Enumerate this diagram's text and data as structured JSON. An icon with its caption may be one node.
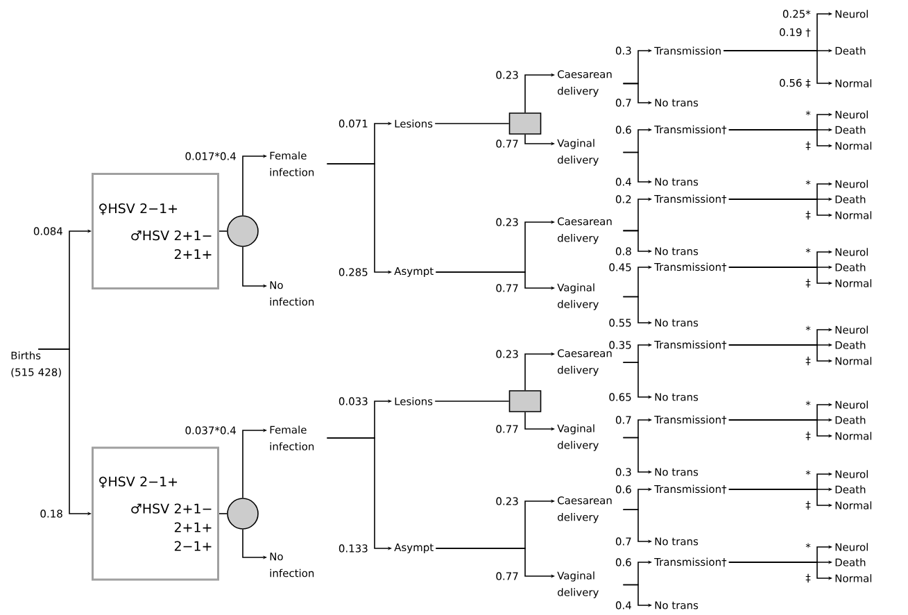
{
  "diagram": {
    "nodes": [
      {
        "text": [
          "Births (515 428)"
        ]
      },
      {
        "text": [
          "♀HSV 2−1+",
          "♂HSV 2+1−",
          "2+1+"
        ]
      },
      {
        "text": [],
        "shape": "circle"
      },
      {
        "text": [
          "Female infection"
        ]
      },
      {
        "text": [
          "No infection"
        ]
      },
      {
        "text": [
          "Lesions"
        ]
      },
      {
        "text": [
          "Asympt"
        ]
      },
      {
        "text": [],
        "shape": "box"
      },
      {
        "text": [
          "Caesarean delivery"
        ]
      },
      {
        "text": [
          "Transmission"
        ]
      },
      {
        "text": [
          "Neurol"
        ]
      },
      {
        "text": [
          "Death"
        ]
      },
      {
        "text": [
          "Normal"
        ]
      },
      {
        "text": [
          "No trans"
        ]
      },
      {
        "text": [
          "Vaginal delivery"
        ]
      },
      {
        "text": [
          "Transmission†"
        ]
      },
      {
        "text": [
          "Neurol"
        ]
      },
      {
        "text": [
          "Death"
        ]
      },
      {
        "text": [
          "Normal"
        ]
      },
      {
        "text": [
          "No trans"
        ]
      },
      {
        "text": [
          "Caesarean delivery"
        ]
      },
      {
        "text": [
          "Transmission†"
        ]
      },
      {
        "text": [
          "Neurol"
        ]
      },
      {
        "text": [
          "Death"
        ]
      },
      {
        "text": [
          "Normal"
        ]
      },
      {
        "text": [
          "No trans"
        ]
      },
      {
        "text": [
          "Vaginal delivery"
        ]
      },
      {
        "text": [
          "Transmission†"
        ]
      },
      {
        "text": [
          "Neurol"
        ]
      },
      {
        "text": [
          "Death"
        ]
      },
      {
        "text": [
          "Normal"
        ]
      },
      {
        "text": [
          "No trans"
        ]
      },
      {
        "text": [
          "♀HSV 2−1+",
          "♂HSV 2+1−",
          "2+1+",
          "2−1+"
        ]
      },
      {
        "text": [],
        "shape": "circle"
      },
      {
        "text": [
          "Female infection"
        ]
      },
      {
        "text": [
          "No infection"
        ]
      },
      {
        "text": [
          "Lesions"
        ]
      },
      {
        "text": [
          "Asympt"
        ]
      },
      {
        "text": [],
        "shape": "box"
      },
      {
        "text": [
          "Caesarean delivery"
        ]
      },
      {
        "text": [
          "Transmission†"
        ]
      },
      {
        "text": [
          "Neurol"
        ]
      },
      {
        "text": [
          "Death"
        ]
      },
      {
        "text": [
          "Normal"
        ]
      },
      {
        "text": [
          "No trans"
        ]
      },
      {
        "text": [
          "Vaginal delivery"
        ]
      },
      {
        "text": [
          "Transmission†"
        ]
      },
      {
        "text": [
          "Neurol"
        ]
      },
      {
        "text": [
          "Death"
        ]
      },
      {
        "text": [
          "Normal"
        ]
      },
      {
        "text": [
          "No trans"
        ]
      },
      {
        "text": [
          "Caesarean delivery"
        ]
      },
      {
        "text": [
          "Transmission†"
        ]
      },
      {
        "text": [
          "Neurol"
        ]
      },
      {
        "text": [
          "Death"
        ]
      },
      {
        "text": [
          "Normal"
        ]
      },
      {
        "text": [
          "No trans"
        ]
      },
      {
        "text": [
          "Vaginal delivery"
        ]
      },
      {
        "text": [
          "Transmission†"
        ]
      },
      {
        "text": [
          "Neurol"
        ]
      },
      {
        "text": [
          "Death"
        ]
      },
      {
        "text": [
          "Normal"
        ]
      },
      {
        "text": [
          "No trans"
        ]
      }
    ],
    "edges": [
      {
        "from": 0,
        "to": 1,
        "arrow": "to",
        "label": "0.084"
      },
      {
        "from": 1,
        "to": 2,
        "arrow": "none"
      },
      {
        "from": 2,
        "to": 3,
        "arrow": "to",
        "label": "0.017*0.4"
      },
      {
        "from": 2,
        "to": 4,
        "arrow": "to"
      },
      {
        "from": 3,
        "to": 5,
        "arrow": "to",
        "label": "0.071"
      },
      {
        "from": 3,
        "to": 6,
        "arrow": "to",
        "label": "0.285"
      },
      {
        "from": 5,
        "to": 7,
        "arrow": "none"
      },
      {
        "from": 7,
        "to": 8,
        "arrow": "to",
        "label": "0.23"
      },
      {
        "from": 7,
        "to": 14,
        "arrow": "to",
        "label": "0.77"
      },
      {
        "from": 6,
        "to": 20,
        "arrow": "to",
        "label": "0.23"
      },
      {
        "from": 6,
        "to": 26,
        "arrow": "to",
        "label": "0.77"
      },
      {
        "from": 8,
        "to": 9,
        "arrow": "to",
        "label": "0.3"
      },
      {
        "from": 8,
        "to": 13,
        "arrow": "to",
        "label": "0.7"
      },
      {
        "from": 9,
        "to": 10,
        "arrow": "to",
        "label": "0.25*"
      },
      {
        "from": 9,
        "to": 11,
        "arrow": "to",
        "label": "0.19 †"
      },
      {
        "from": 9,
        "to": 12,
        "arrow": "to",
        "label": "0.56 ‡"
      },
      {
        "from": 14,
        "to": 15,
        "arrow": "to",
        "label": "0.6"
      },
      {
        "from": 14,
        "to": 19,
        "arrow": "to",
        "label": "0.4"
      },
      {
        "from": 15,
        "to": 16,
        "arrow": "to",
        "label": "*"
      },
      {
        "from": 15,
        "to": 17,
        "arrow": "to"
      },
      {
        "from": 15,
        "to": 18,
        "arrow": "to",
        "label": "‡"
      },
      {
        "from": 20,
        "to": 21,
        "arrow": "to",
        "label": "0.2"
      },
      {
        "from": 20,
        "to": 25,
        "arrow": "to",
        "label": "0.8"
      },
      {
        "from": 21,
        "to": 22,
        "arrow": "to",
        "label": "*"
      },
      {
        "from": 21,
        "to": 23,
        "arrow": "to"
      },
      {
        "from": 21,
        "to": 24,
        "arrow": "to",
        "label": "‡"
      },
      {
        "from": 26,
        "to": 27,
        "arrow": "to",
        "label": "0.45"
      },
      {
        "from": 26,
        "to": 31,
        "arrow": "to",
        "label": "0.55"
      },
      {
        "from": 27,
        "to": 28,
        "arrow": "to",
        "label": "*"
      },
      {
        "from": 27,
        "to": 29,
        "arrow": "to"
      },
      {
        "from": 27,
        "to": 30,
        "arrow": "to",
        "label": "‡"
      },
      {
        "from": 0,
        "to": 32,
        "arrow": "to",
        "label": "0.18"
      },
      {
        "from": 32,
        "to": 33,
        "arrow": "none"
      },
      {
        "from": 33,
        "to": 34,
        "arrow": "to",
        "label": "0.037*0.4"
      },
      {
        "from": 33,
        "to": 35,
        "arrow": "to"
      },
      {
        "from": 34,
        "to": 36,
        "arrow": "to",
        "label": "0.033"
      },
      {
        "from": 34,
        "to": 37,
        "arrow": "to",
        "label": "0.133"
      },
      {
        "from": 36,
        "to": 38,
        "arrow": "none"
      },
      {
        "from": 38,
        "to": 39,
        "arrow": "to",
        "label": "0.23"
      },
      {
        "from": 38,
        "to": 45,
        "arrow": "to",
        "label": "0.77"
      },
      {
        "from": 37,
        "to": 51,
        "arrow": "to",
        "label": "0.23"
      },
      {
        "from": 37,
        "to": 57,
        "arrow": "to",
        "label": "0.77"
      },
      {
        "from": 39,
        "to": 40,
        "arrow": "to",
        "label": "0.35"
      },
      {
        "from": 39,
        "to": 44,
        "arrow": "to",
        "label": "0.65"
      },
      {
        "from": 40,
        "to": 41,
        "arrow": "to",
        "label": "*"
      },
      {
        "from": 40,
        "to": 42,
        "arrow": "to"
      },
      {
        "from": 40,
        "to": 43,
        "arrow": "to",
        "label": "‡"
      },
      {
        "from": 45,
        "to": 46,
        "arrow": "to",
        "label": "0.7"
      },
      {
        "from": 45,
        "to": 50,
        "arrow": "to",
        "label": "0.3"
      },
      {
        "from": 46,
        "to": 47,
        "arrow": "to",
        "label": "*"
      },
      {
        "from": 46,
        "to": 48,
        "arrow": "to"
      },
      {
        "from": 46,
        "to": 49,
        "arrow": "to",
        "label": "‡"
      },
      {
        "from": 51,
        "to": 52,
        "arrow": "to",
        "label": "0.6"
      },
      {
        "from": 51,
        "to": 56,
        "arrow": "to",
        "label": "0.7"
      },
      {
        "from": 52,
        "to": 53,
        "arrow": "to",
        "label": "*"
      },
      {
        "from": 52,
        "to": 54,
        "arrow": "to"
      },
      {
        "from": 52,
        "to": 55,
        "arrow": "to",
        "label": "‡"
      },
      {
        "from": 57,
        "to": 58,
        "arrow": "to",
        "label": "0.6"
      },
      {
        "from": 57,
        "to": 62,
        "arrow": "to",
        "label": "0.4"
      },
      {
        "from": 58,
        "to": 59,
        "arrow": "to",
        "label": "*"
      },
      {
        "from": 58,
        "to": 60,
        "arrow": "to"
      },
      {
        "from": 58,
        "to": 61,
        "arrow": "to",
        "label": "‡"
      }
    ]
  }
}
